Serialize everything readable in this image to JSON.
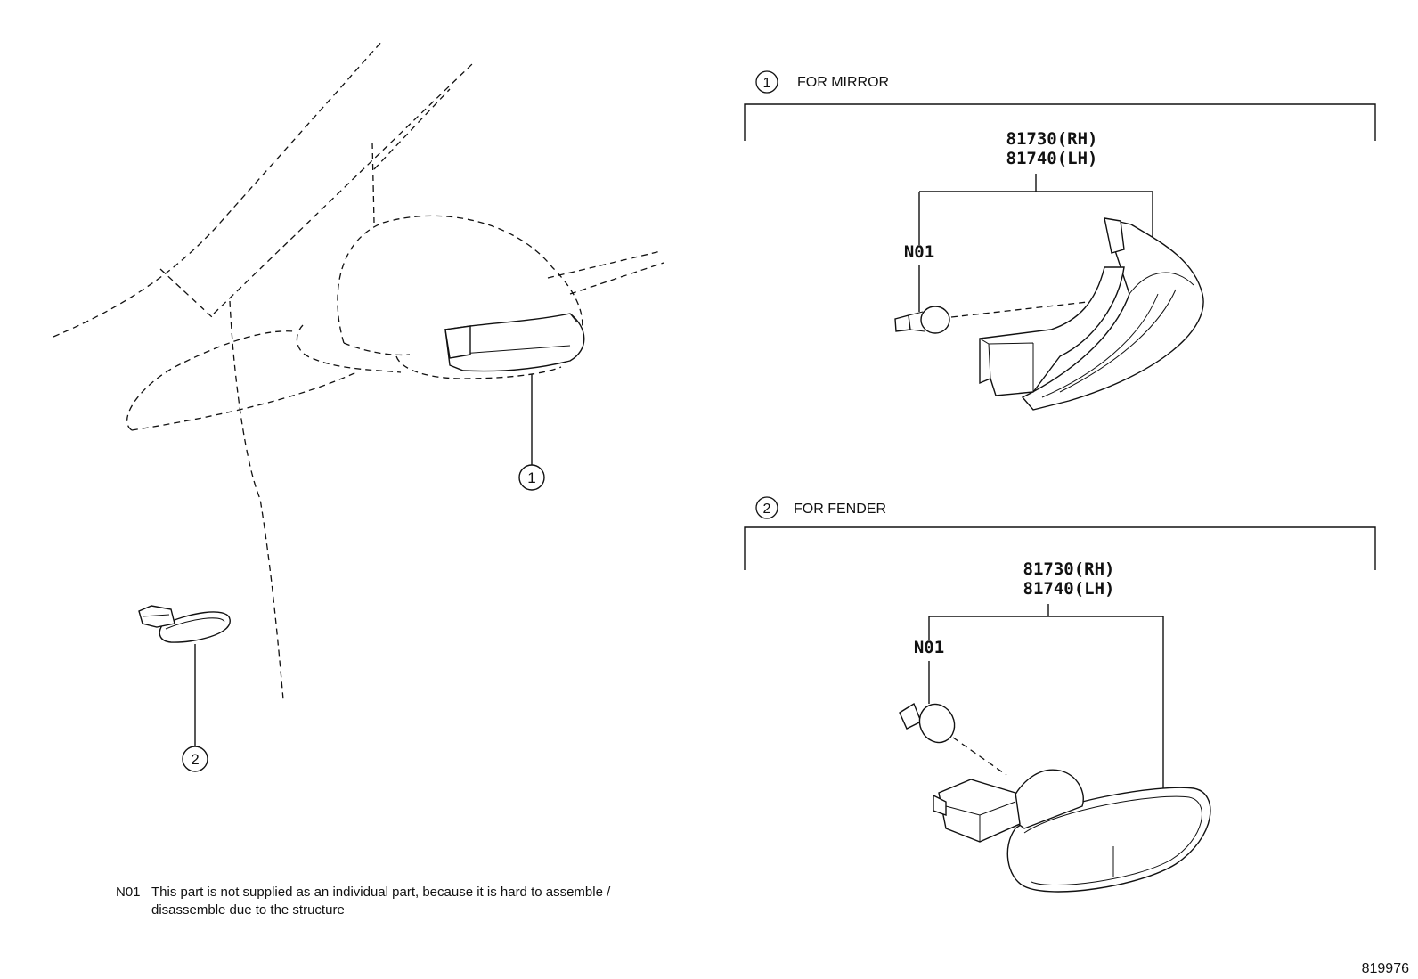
{
  "callouts": {
    "mirror": "1",
    "fender": "2"
  },
  "sections": {
    "mirror": {
      "number": "1",
      "title": "FOR MIRROR",
      "part_rh": "81730(RH)",
      "part_lh": "81740(LH)",
      "note_ref": "N01"
    },
    "fender": {
      "number": "2",
      "title": "FOR FENDER",
      "part_rh": "81730(RH)",
      "part_lh": "81740(LH)",
      "note_ref": "N01"
    }
  },
  "footnote": {
    "code": "N01",
    "line1": "This part is not supplied as an individual part, because it is hard to assemble /",
    "line2": "disassemble due to the structure"
  },
  "diagram_id": "819976"
}
